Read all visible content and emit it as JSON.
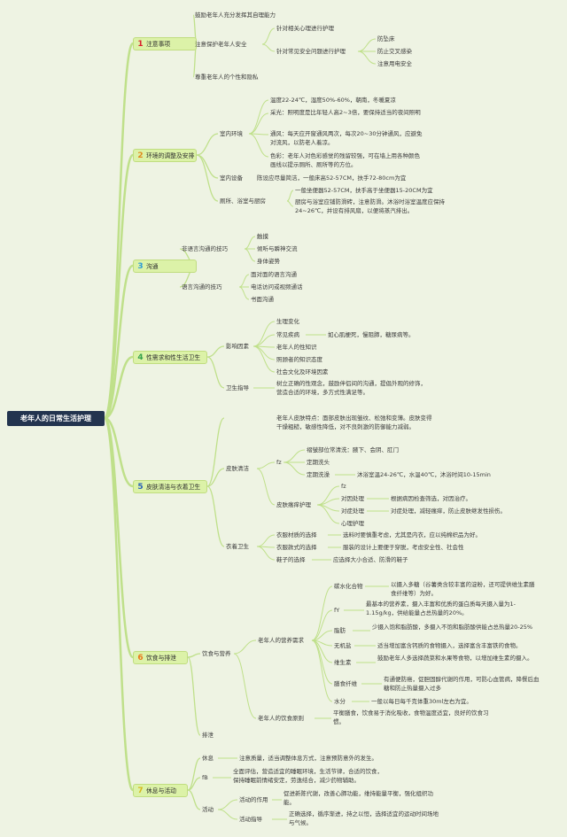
{
  "root": "老年人的日常生活护理",
  "main": [
    {
      "num": "1",
      "label": "注意事项"
    },
    {
      "num": "2",
      "label": "环境的调整及安排"
    },
    {
      "num": "3",
      "label": "沟通"
    },
    {
      "num": "4",
      "label": "性需求和性生活卫生"
    },
    {
      "num": "5",
      "label": "皮肤清洁与衣着卫生"
    },
    {
      "num": "6",
      "label": "饮食与排泄"
    },
    {
      "num": "7",
      "label": "休息与活动"
    }
  ],
  "n1": {
    "a": "鼓励老年人充分发挥其自理能力",
    "b": "注意保护老年人安全",
    "b1": "针对相关心理进行护理",
    "b2": "针对常见安全问题进行护理",
    "b2a": "防坠床",
    "b2b": "防止交叉感染",
    "b2c": "注意用电安全",
    "c": "尊重老年人的个性和隐私"
  },
  "n2": {
    "a": "室内环境",
    "a1": "温度22-24℃，湿度50%-60%，朝南，冬暖夏凉",
    "a2": "采光：照明度是比年轻人高2~3倍，要保持适当的夜间照明",
    "a3": "通风：每天应开窗通风两次，每次20~30分钟通风，应避免对流风，以防老人着凉。",
    "a4": "色彩：老年人对色彩感觉的残留较强，可在墙上用各种颜色画线以提示厕所、厕所等的方位。",
    "b": "室内设备",
    "b1": "陈设应尽量简洁，一般床高52-57CM，扶手72-80cm为宜",
    "c": "厕所、浴室与厨房",
    "c1": "一般坐便器52-57CM，扶手高于坐便器15-20CM为宜",
    "c2": "厨房与浴室应铺防滑砖，注意防滑。沐浴时浴室温度应保持24~26℃，并设有排风扇，以便将蒸汽排出。"
  },
  "n3": {
    "a": "非语言沟通的技巧",
    "a1": "触摸",
    "a2": "倾听与瞬神交流",
    "a3": "身体姿势",
    "b": "语言沟通的技巧",
    "b1": "面对面的语言沟通",
    "b2": "电话访问或视频通话",
    "b3": "书面沟通"
  },
  "n4": {
    "a": "影响因素",
    "a1": "生理变化",
    "a2": "常见疾病",
    "a2x": "如心肌梗死，慢阻肺，糖尿病等。",
    "a3": "老年人的性知识",
    "a4": "照顾者的知识态度",
    "a5": "社会文化及环境因素",
    "b": "卫生指导",
    "b1": "树立正确的性观念，鼓励伴侣间的沟通，提倡外观的修饰，营造合适的环境，多方式性满足等。"
  },
  "n5": {
    "top": "老年人皮肤特点：面部皮肤出现皱纹、松弛和变薄。皮肤变得干燥粗糙，敏感性降低，对不良刺激的防御能力减弱。",
    "a": "皮肤清洁",
    "a1": "fz",
    "a1a": "褶皱部位常清洗：腋下、会阴、肛门",
    "a1b": "定期洗头",
    "a1c": "定期洗澡",
    "a1cx": "沐浴室温24-26℃，水温40℃，沐浴时间10-15min",
    "a2": "皮肤瘙痒护理",
    "a2a": "fz",
    "a2b": "对因处理",
    "a2bx": "根据病因检查筛选，对因治疗。",
    "a2c": "对症处理",
    "a2cx": "对症处理，减轻瘙痒，防止皮肤继发性损伤。",
    "a2d": "心理护理",
    "b": "衣着卫生",
    "b1": "衣服材质的选择",
    "b1x": "选料时要慎重考虑，尤其是内衣，应以纯棉织品为好。",
    "b2": "衣服款式的选择",
    "b2x": "服装的设计上要便于穿脱，考虑安全性、社会性",
    "b3": "鞋子的选择",
    "b3x": "应选择大小合适、防滑的鞋子"
  },
  "n6": {
    "a": "饮食与营养",
    "a1": "老年人的营养需求",
    "r1": "碳水化合物",
    "r1x": "以摄入多糖（谷薯类含较丰富的淀粉，还可提供维生素膳食纤维等）为好。",
    "r2": "fY",
    "r2x": "最基本的营养素，摄入丰富和优质的蛋白质每天摄入量为1-1.15g/kg，供给能量占总热量的20%。",
    "r3": "脂肪",
    "r3x": "少摄入饱和脂肪酸，多摄入不饱和脂肪酸供能占总热量20-25%",
    "r4": "无机盐",
    "r4x": "适当增加富含钙质的食物摄入，选择富含丰富铁的食物。",
    "r5": "维生素",
    "r5x": "鼓励老年人多选择蔬菜和水果等食物，以增加维生素的摄入。",
    "r6": "膳食纤维",
    "r6x": "有通便防癌，促胆固醇代谢的作用，可防心血管病，降餐后血糖和防止热量摄入过多",
    "r7": "水分",
    "r7x": "一般以每日每千克体重30ml左右为宜。",
    "a2": "老年人的饮食原则",
    "a2x": "平衡膳食，饮食易于消化吸收，食物温度适宜，良好的饮食习惯。",
    "b": "排泄"
  },
  "n7": {
    "a": "休息",
    "ax": "注意质量，适当调整体息方式，注意预防意外的发生。",
    "b": "fB",
    "bx": "全面评估，营造适宜的睡眠环境，生活节律，合适的饮食，保持睡眠前情绪安定，劳逸结合，减少药物辅助。",
    "c": "活动",
    "c1": "活动的作用",
    "c1x": "促进新陈代谢，改善心肺功能，维持能量平衡，强化组织功能。",
    "c2": "活动指导",
    "c2x": "正确选择，循序渐进，持之以恒，选择适宜的运动时间场地与气候。"
  },
  "colors": {
    "background": "#eef3e3",
    "root": "#23344f",
    "main_fill": "#dcf2a8",
    "line": "#bfe08a"
  }
}
